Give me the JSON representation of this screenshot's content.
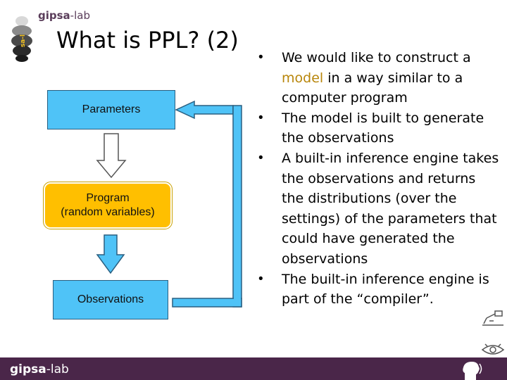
{
  "header": {
    "logo_bold": "gipsa",
    "logo_light": "-lab"
  },
  "slide": {
    "title": "What is PPL? (2)"
  },
  "diagram": {
    "parameters_label": "Parameters",
    "program_label_line1": "Program",
    "program_label_line2": "(random variables)",
    "observations_label": "Observations",
    "colors": {
      "blue_box": "#4fc3f7",
      "program_box": "#ffbf00",
      "down_arrow_fill": "#ffffff",
      "filled_arrow": "#4fc3f7"
    }
  },
  "bullets": [
    {
      "before": "We would like to construct a ",
      "highlight": "model",
      "after": " in a way similar to a computer program"
    },
    {
      "text": "The model is built to generate the observations"
    },
    {
      "text": "A built-in inference engine takes the observations and returns the distributions (over the settings) of the parameters that could have generated the observations"
    },
    {
      "text": "The built-in inference engine is part of the “compiler”."
    }
  ],
  "footer": {
    "logo_bold": "gipsa",
    "logo_light": "-lab",
    "background": "#4a2649"
  },
  "icons": {
    "head": "head-profile-icon",
    "robot": "robot-arm-icon",
    "eye": "eye-icon",
    "logo": "gipsa-logo-icon"
  }
}
